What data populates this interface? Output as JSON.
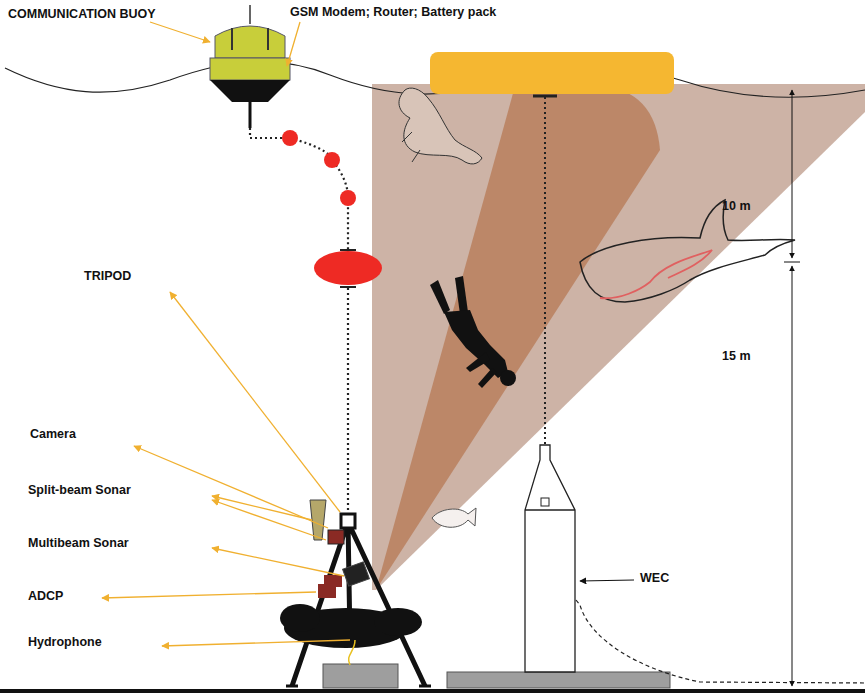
{
  "diagram": {
    "labels": [
      "COMMUNICATION BUOY",
      "GSM Modem; Router; Battery pack",
      "TRIPOD",
      "Camera",
      "Split-beam Sonar",
      "Multibeam Sonar",
      "ADCP",
      "Hydrophone",
      "WEC",
      "10 m",
      "15 m"
    ]
  }
}
